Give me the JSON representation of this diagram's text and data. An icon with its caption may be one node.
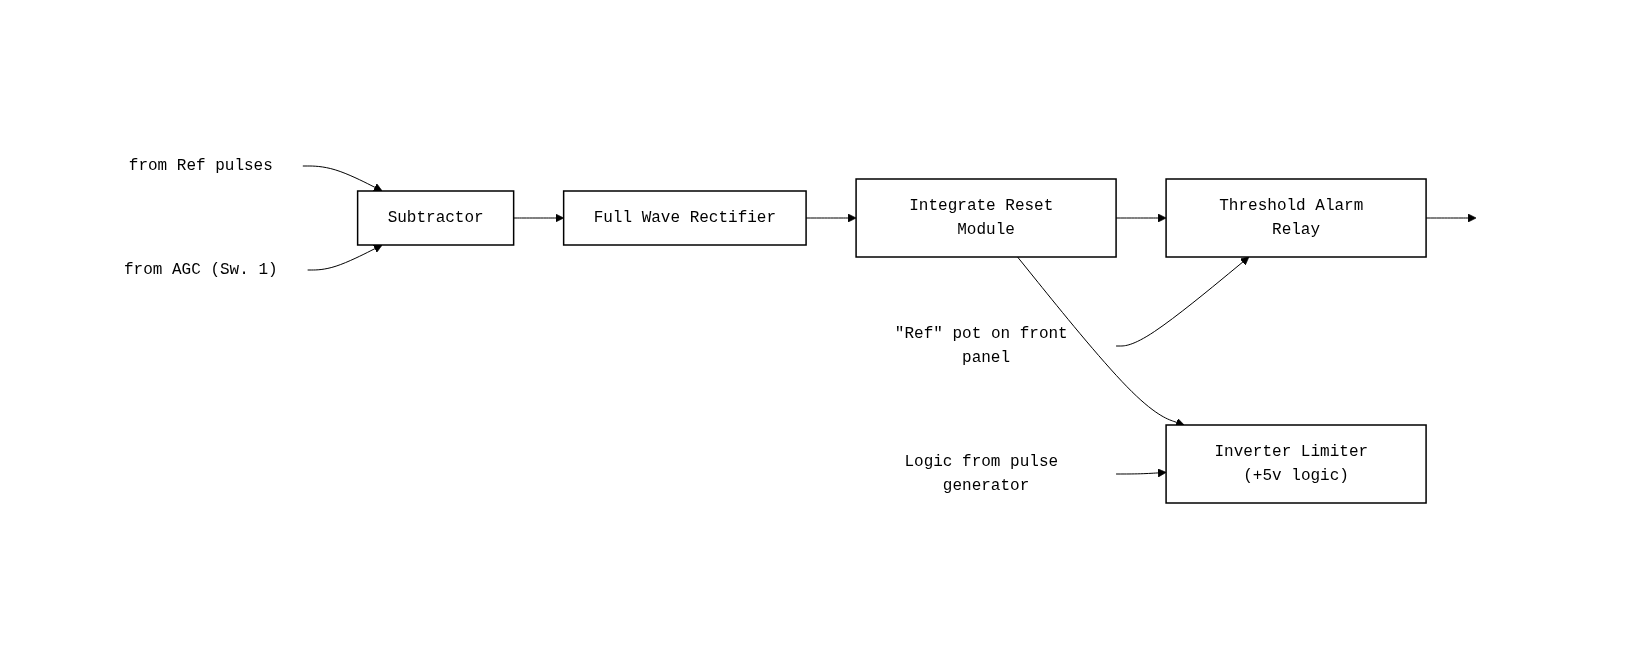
{
  "diagram": {
    "nodes": [
      {
        "text": [
          "from Ref pulses"
        ]
      },
      {
        "text": [
          "from AGC (Sw. 1)"
        ]
      },
      {
        "text": [
          "Subtractor"
        ]
      },
      {
        "text": [
          "Full Wave Rectifier"
        ]
      },
      {
        "text": [
          "Integrate Reset Module"
        ]
      },
      {
        "text": [
          "\"Ref\" pot on front panel"
        ]
      },
      {
        "text": [
          "Threshold Alarm Relay"
        ]
      },
      {
        "text": [
          "Logic from pulse generator"
        ]
      },
      {
        "text": [
          "Inverter Limiter (+5v logic)"
        ]
      }
    ],
    "edges": [
      {
        "from": 0,
        "to": 2,
        "arrow": "to"
      },
      {
        "from": 1,
        "to": 2,
        "arrow": "to"
      },
      {
        "from": 2,
        "to": 3,
        "arrow": "to"
      },
      {
        "from": 3,
        "to": 4,
        "arrow": "to"
      },
      {
        "from": 4,
        "to": 6,
        "arrow": "to"
      },
      {
        "from": 5,
        "to": 6,
        "arrow": "to"
      },
      {
        "from": 6,
        "to": null,
        "arrow": "to"
      },
      {
        "from": 4,
        "to": 8,
        "arrow": "to"
      },
      {
        "from": 7,
        "to": 8,
        "arrow": "to"
      }
    ]
  }
}
